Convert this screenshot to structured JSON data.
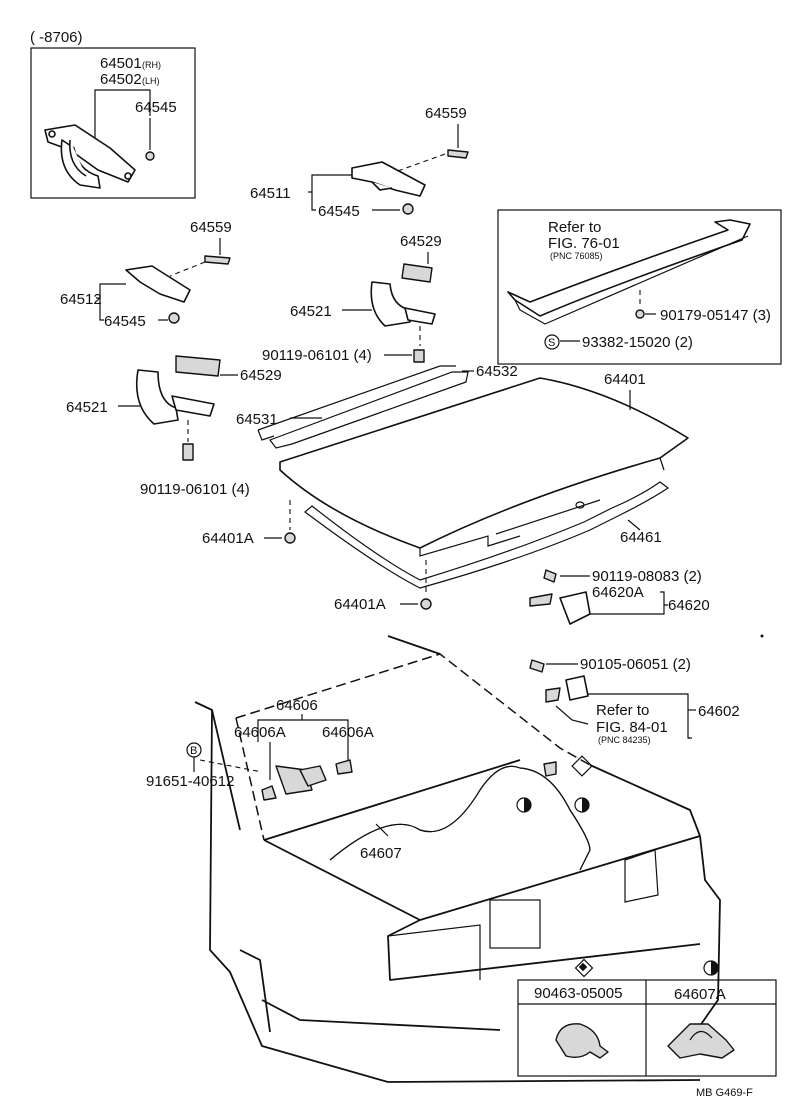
{
  "header": {
    "date_range": "(      -8706)"
  },
  "inset": {
    "part_rh": "64501",
    "rh_tag": "(RH)",
    "part_lh": "64502",
    "lh_tag": "(LH)",
    "part_nut": "64545"
  },
  "labels": {
    "p64559_a": "64559",
    "p64511": "64511",
    "p64545_a": "64545",
    "p64559_b": "64559",
    "p64512": "64512",
    "p64545_b": "64545",
    "p64529_a": "64529",
    "p64521_a": "64521",
    "p90119_06101_a": "90119-06101 (4)",
    "p64529_b": "64529",
    "p64521_b": "64521",
    "p90119_06101_b": "90119-06101 (4)",
    "p64532": "64532",
    "p64531": "64531",
    "p64401": "64401",
    "p64461": "64461",
    "p64401A_a": "64401A",
    "p64401A_b": "64401A",
    "p90119_08083": "90119-08083 (2)",
    "p64620A": "64620A",
    "p64620": "64620",
    "p90105_06051": "90105-06051 (2)",
    "p64602": "64602",
    "p64606": "64606",
    "p64606A_a": "64606A",
    "p64606A_b": "64606A",
    "p91651": "91651-40612",
    "p64607": "64607"
  },
  "spoiler_box": {
    "refer_line1": "Refer to",
    "refer_line2": "FIG. 76-01",
    "pnc": "(PNC 76085)",
    "p90179": "90179-05147 (3)",
    "p93382": "93382-15020 (2)",
    "symbol_s": "S"
  },
  "refer_84": {
    "line1": "Refer to",
    "line2": "FIG. 84-01",
    "pnc": "(PNC 84235)"
  },
  "symbol_b": "B",
  "legend": {
    "col1_part": "90463-05005",
    "col2_part": "64607A"
  },
  "footer": {
    "code": "MB G469-F"
  }
}
